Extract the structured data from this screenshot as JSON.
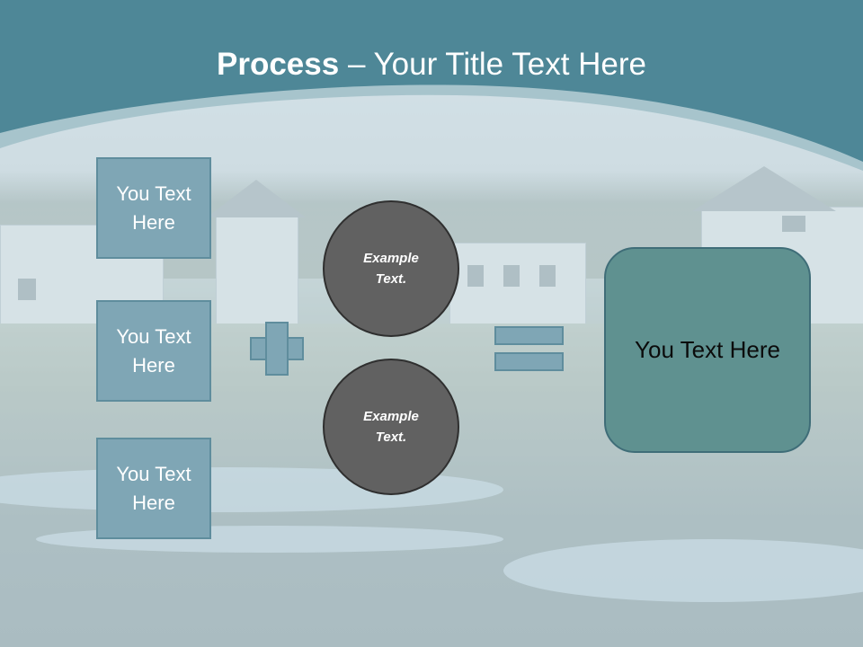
{
  "slide": {
    "title_strong": "Process",
    "title_rest": " – Your Title Text Here",
    "left_boxes": [
      "You Text Here",
      "You Text Here",
      "You Text Here"
    ],
    "circles": [
      "Example Text.",
      "Example Text."
    ],
    "result_text": "You Text Here"
  },
  "colors": {
    "header_band": "#4e8797",
    "header_band_light": "#a7c4cc",
    "box_fill": "#7fa6b5",
    "circle_fill": "#616161",
    "result_fill": "#5f9190"
  },
  "icons": {
    "plus": "plus-icon",
    "equals": "equals-icon"
  }
}
